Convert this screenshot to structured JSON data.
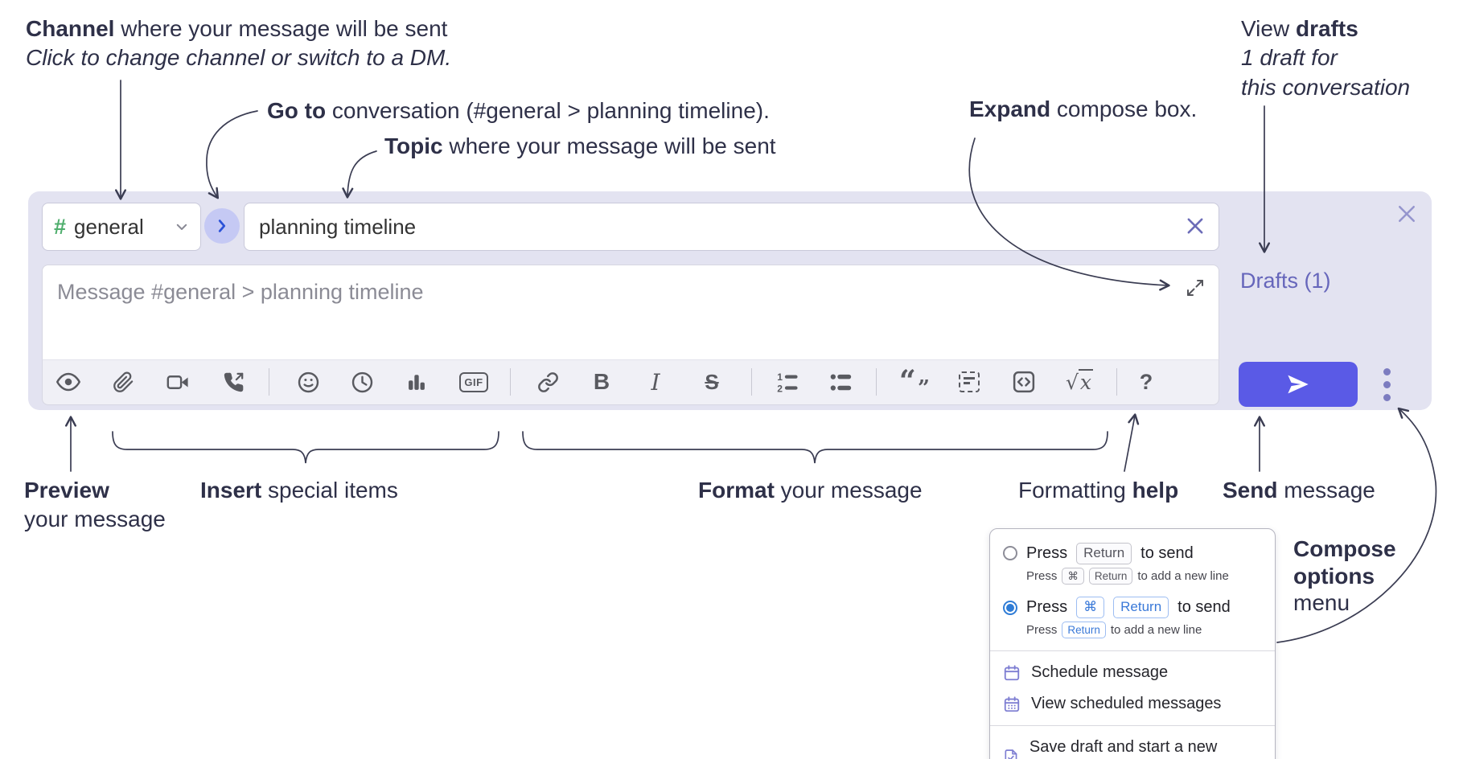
{
  "annotations": {
    "channel": {
      "bold": "Channel",
      "rest": " where your message will be sent",
      "line2": "Click to change channel or switch to a DM."
    },
    "goto": {
      "bold": "Go to",
      "rest": " conversation (#general > planning timeline)."
    },
    "topic": {
      "bold": "Topic",
      "rest": " where your message will be sent"
    },
    "expand": {
      "bold": "Expand",
      "rest": " compose box."
    },
    "drafts": {
      "line1_pre": "View ",
      "line1_bold": "drafts",
      "line2": "1 draft for",
      "line3": "this conversation"
    },
    "preview": {
      "bold": "Preview",
      "line2": "your message"
    },
    "insert": {
      "bold": "Insert",
      "rest": " special items"
    },
    "format": {
      "bold": "Format",
      "rest": " your message"
    },
    "formatting_help": {
      "pre": "Formatting ",
      "bold": "help"
    },
    "send": {
      "bold": "Send",
      "rest": " message"
    },
    "compose_options": {
      "line1": "Compose",
      "line2": "options",
      "line3": "menu"
    }
  },
  "compose": {
    "channel_selector": {
      "hash": "#",
      "name": "general"
    },
    "topic_input": {
      "value": "planning timeline"
    },
    "message_placeholder": "Message #general > planning timeline",
    "drafts_link": "Drafts (1)",
    "toolbar": {
      "gif_label": "GIF",
      "bold_label": "B",
      "italic_label": "I",
      "strike_label": "S",
      "quote_open": "“",
      "quote_close": "”",
      "math_sqrt": "√",
      "math_x": "x",
      "help_label": "?"
    }
  },
  "menu": {
    "option1": {
      "main_pre": "Press",
      "main_key": "Return",
      "main_post": "to send",
      "sub_pre": "Press",
      "sub_key1": "⌘",
      "sub_key2": "Return",
      "sub_post": "to add a new line"
    },
    "option2": {
      "main_pre": "Press",
      "main_key1": "⌘",
      "main_key2": "Return",
      "main_post": "to send",
      "sub_pre": "Press",
      "sub_key": "Return",
      "sub_post": "to add a new line"
    },
    "items": [
      "Schedule message",
      "View scheduled messages",
      "Save draft and start a new message"
    ]
  },
  "colors": {
    "compose_bg": "#e3e3f1",
    "send_button": "#5a5ae6",
    "drafts_link": "#6666bb",
    "channel_hash_green": "#4fae6d",
    "goto_circle_bg": "#c5c9f4",
    "goto_chevron_blue": "#2b52d8",
    "selected_blue": "#2f7cd6",
    "menu_icon_purple": "#7e7ed2",
    "toolbar_icon_gray": "#595a60",
    "annotation_text": "#2e3048"
  }
}
